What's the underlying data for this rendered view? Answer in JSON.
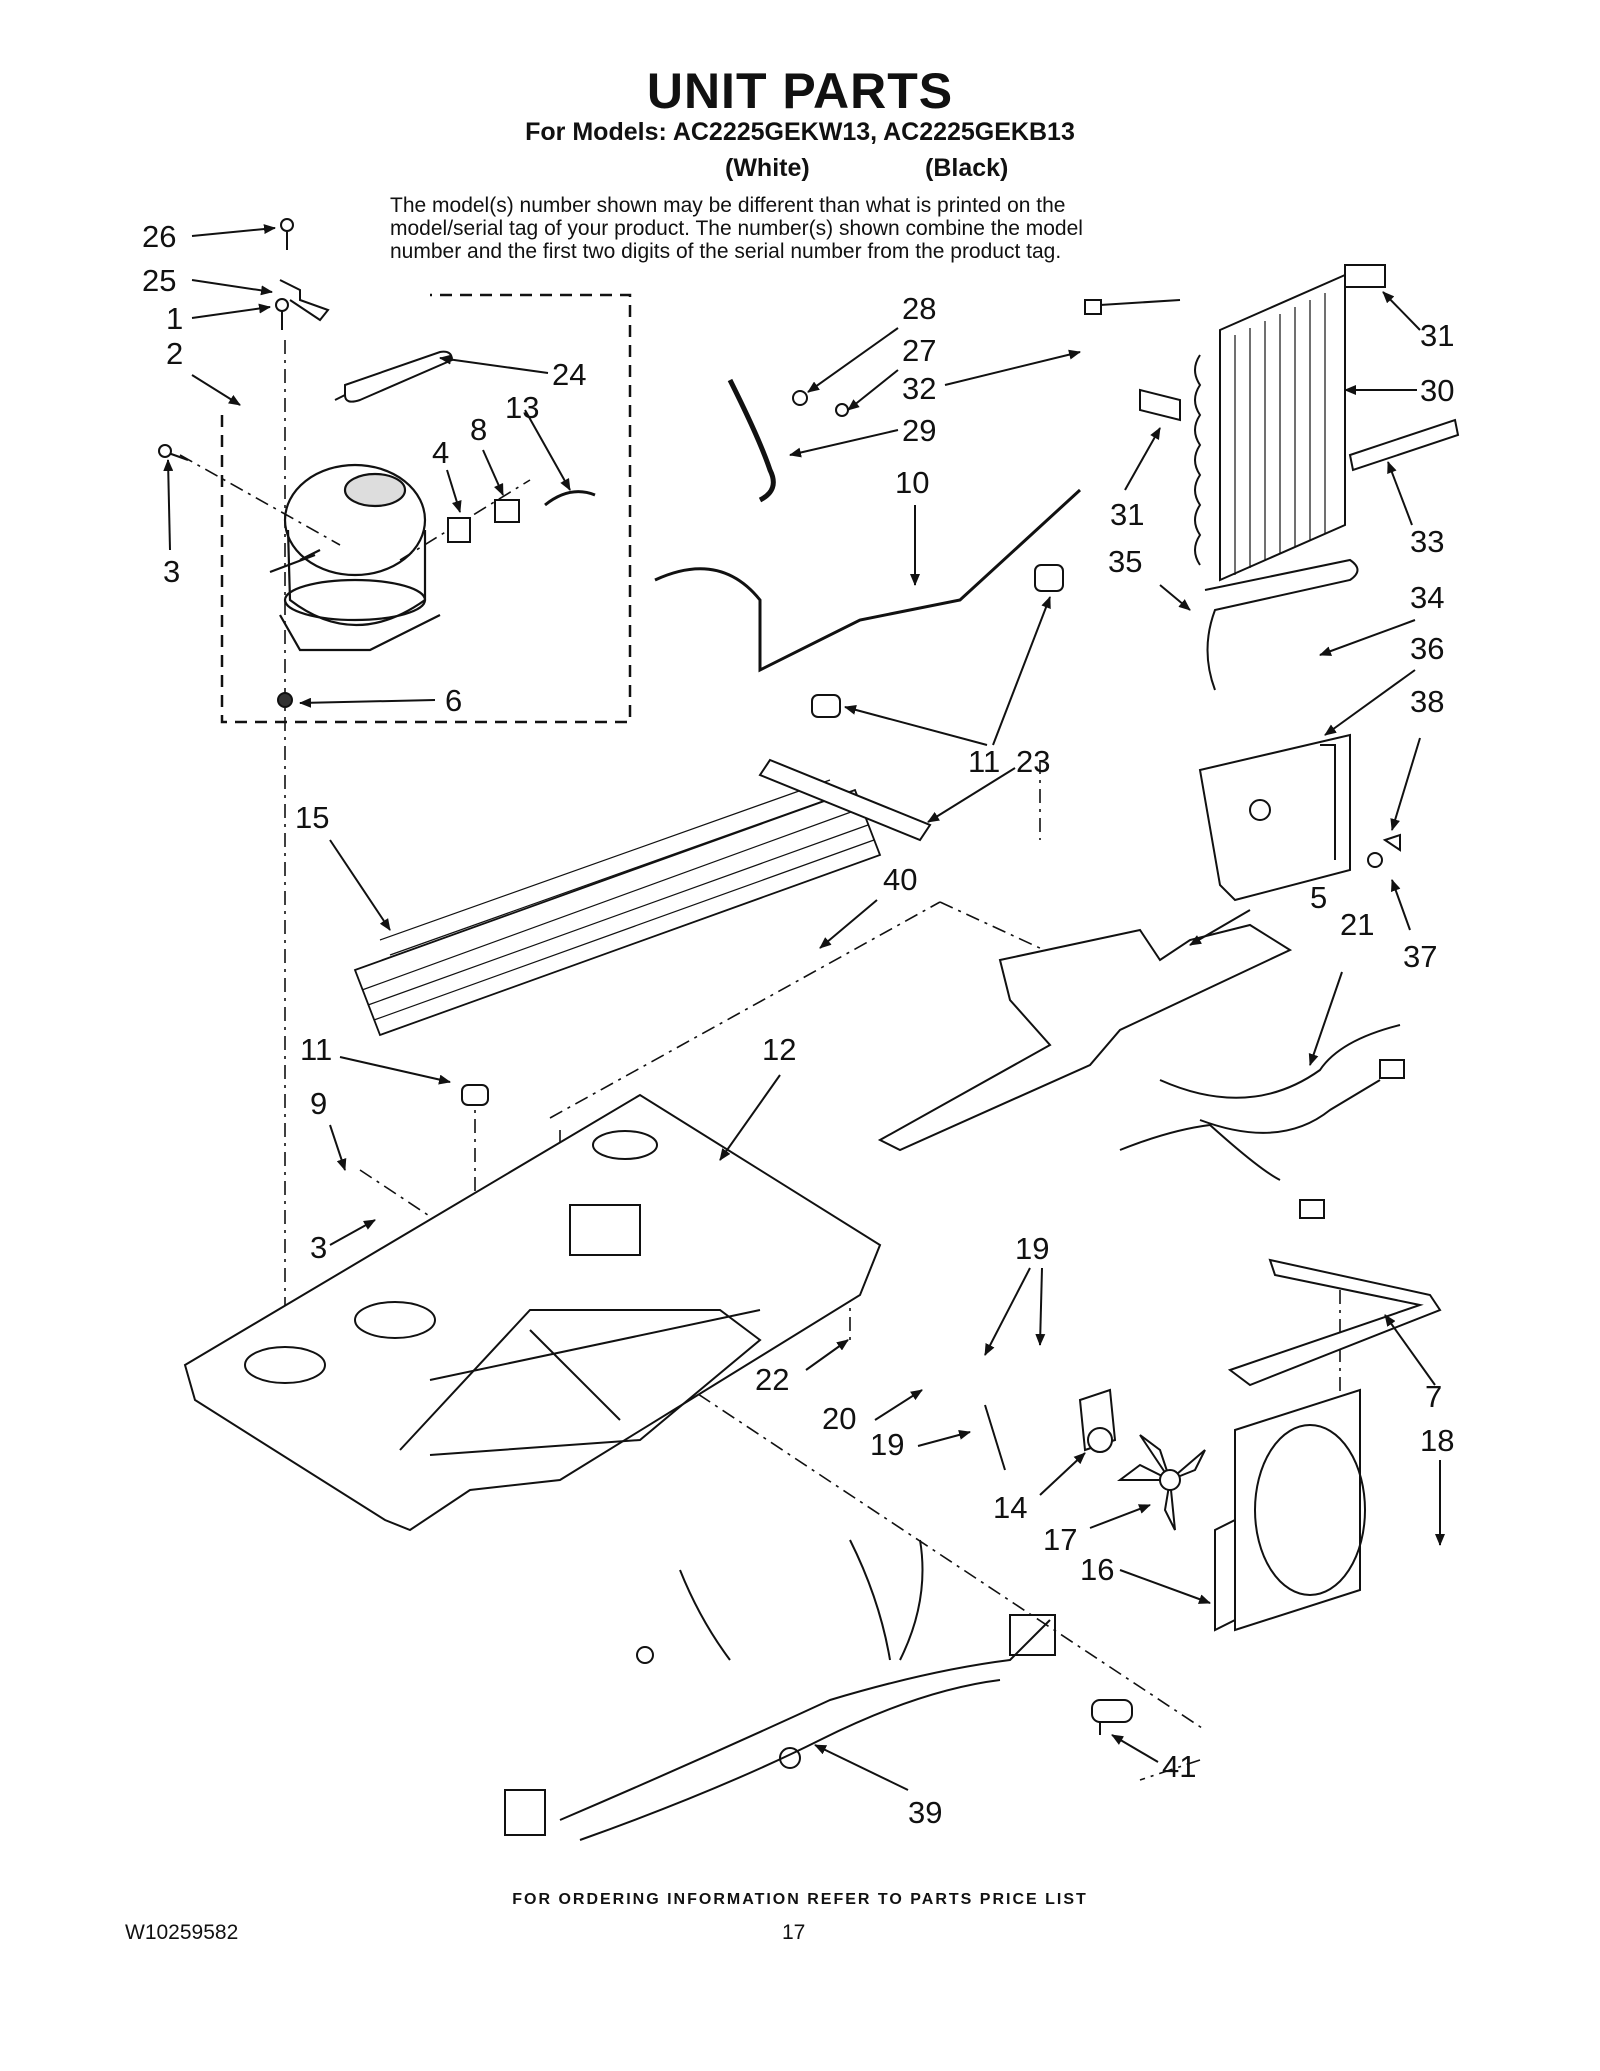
{
  "header": {
    "title": "UNIT PARTS",
    "models_line": "For Models: AC2225GEKW13, AC2225GEKB13",
    "color_white": "(White)",
    "color_black": "(Black)"
  },
  "notice": [
    "The model(s) number shown may be different than what is printed on the",
    "model/serial tag of your product. The number(s) shown combine the model",
    "number and the first two digits of the serial number from the product tag."
  ],
  "callouts": [
    "26",
    "25",
    "1",
    "2",
    "3",
    "24",
    "13",
    "8",
    "4",
    "6",
    "28",
    "27",
    "32",
    "29",
    "10",
    "31",
    "30",
    "31",
    "33",
    "35",
    "34",
    "36",
    "38",
    "11",
    "23",
    "15",
    "40",
    "5",
    "21",
    "37",
    "11",
    "9",
    "12",
    "3",
    "22",
    "19",
    "20",
    "19",
    "7",
    "18",
    "14",
    "17",
    "16",
    "41",
    "39"
  ],
  "footer": {
    "order_note": "FOR ORDERING INFORMATION REFER TO PARTS PRICE LIST",
    "doc_number": "W10259582",
    "page_number": "17"
  }
}
